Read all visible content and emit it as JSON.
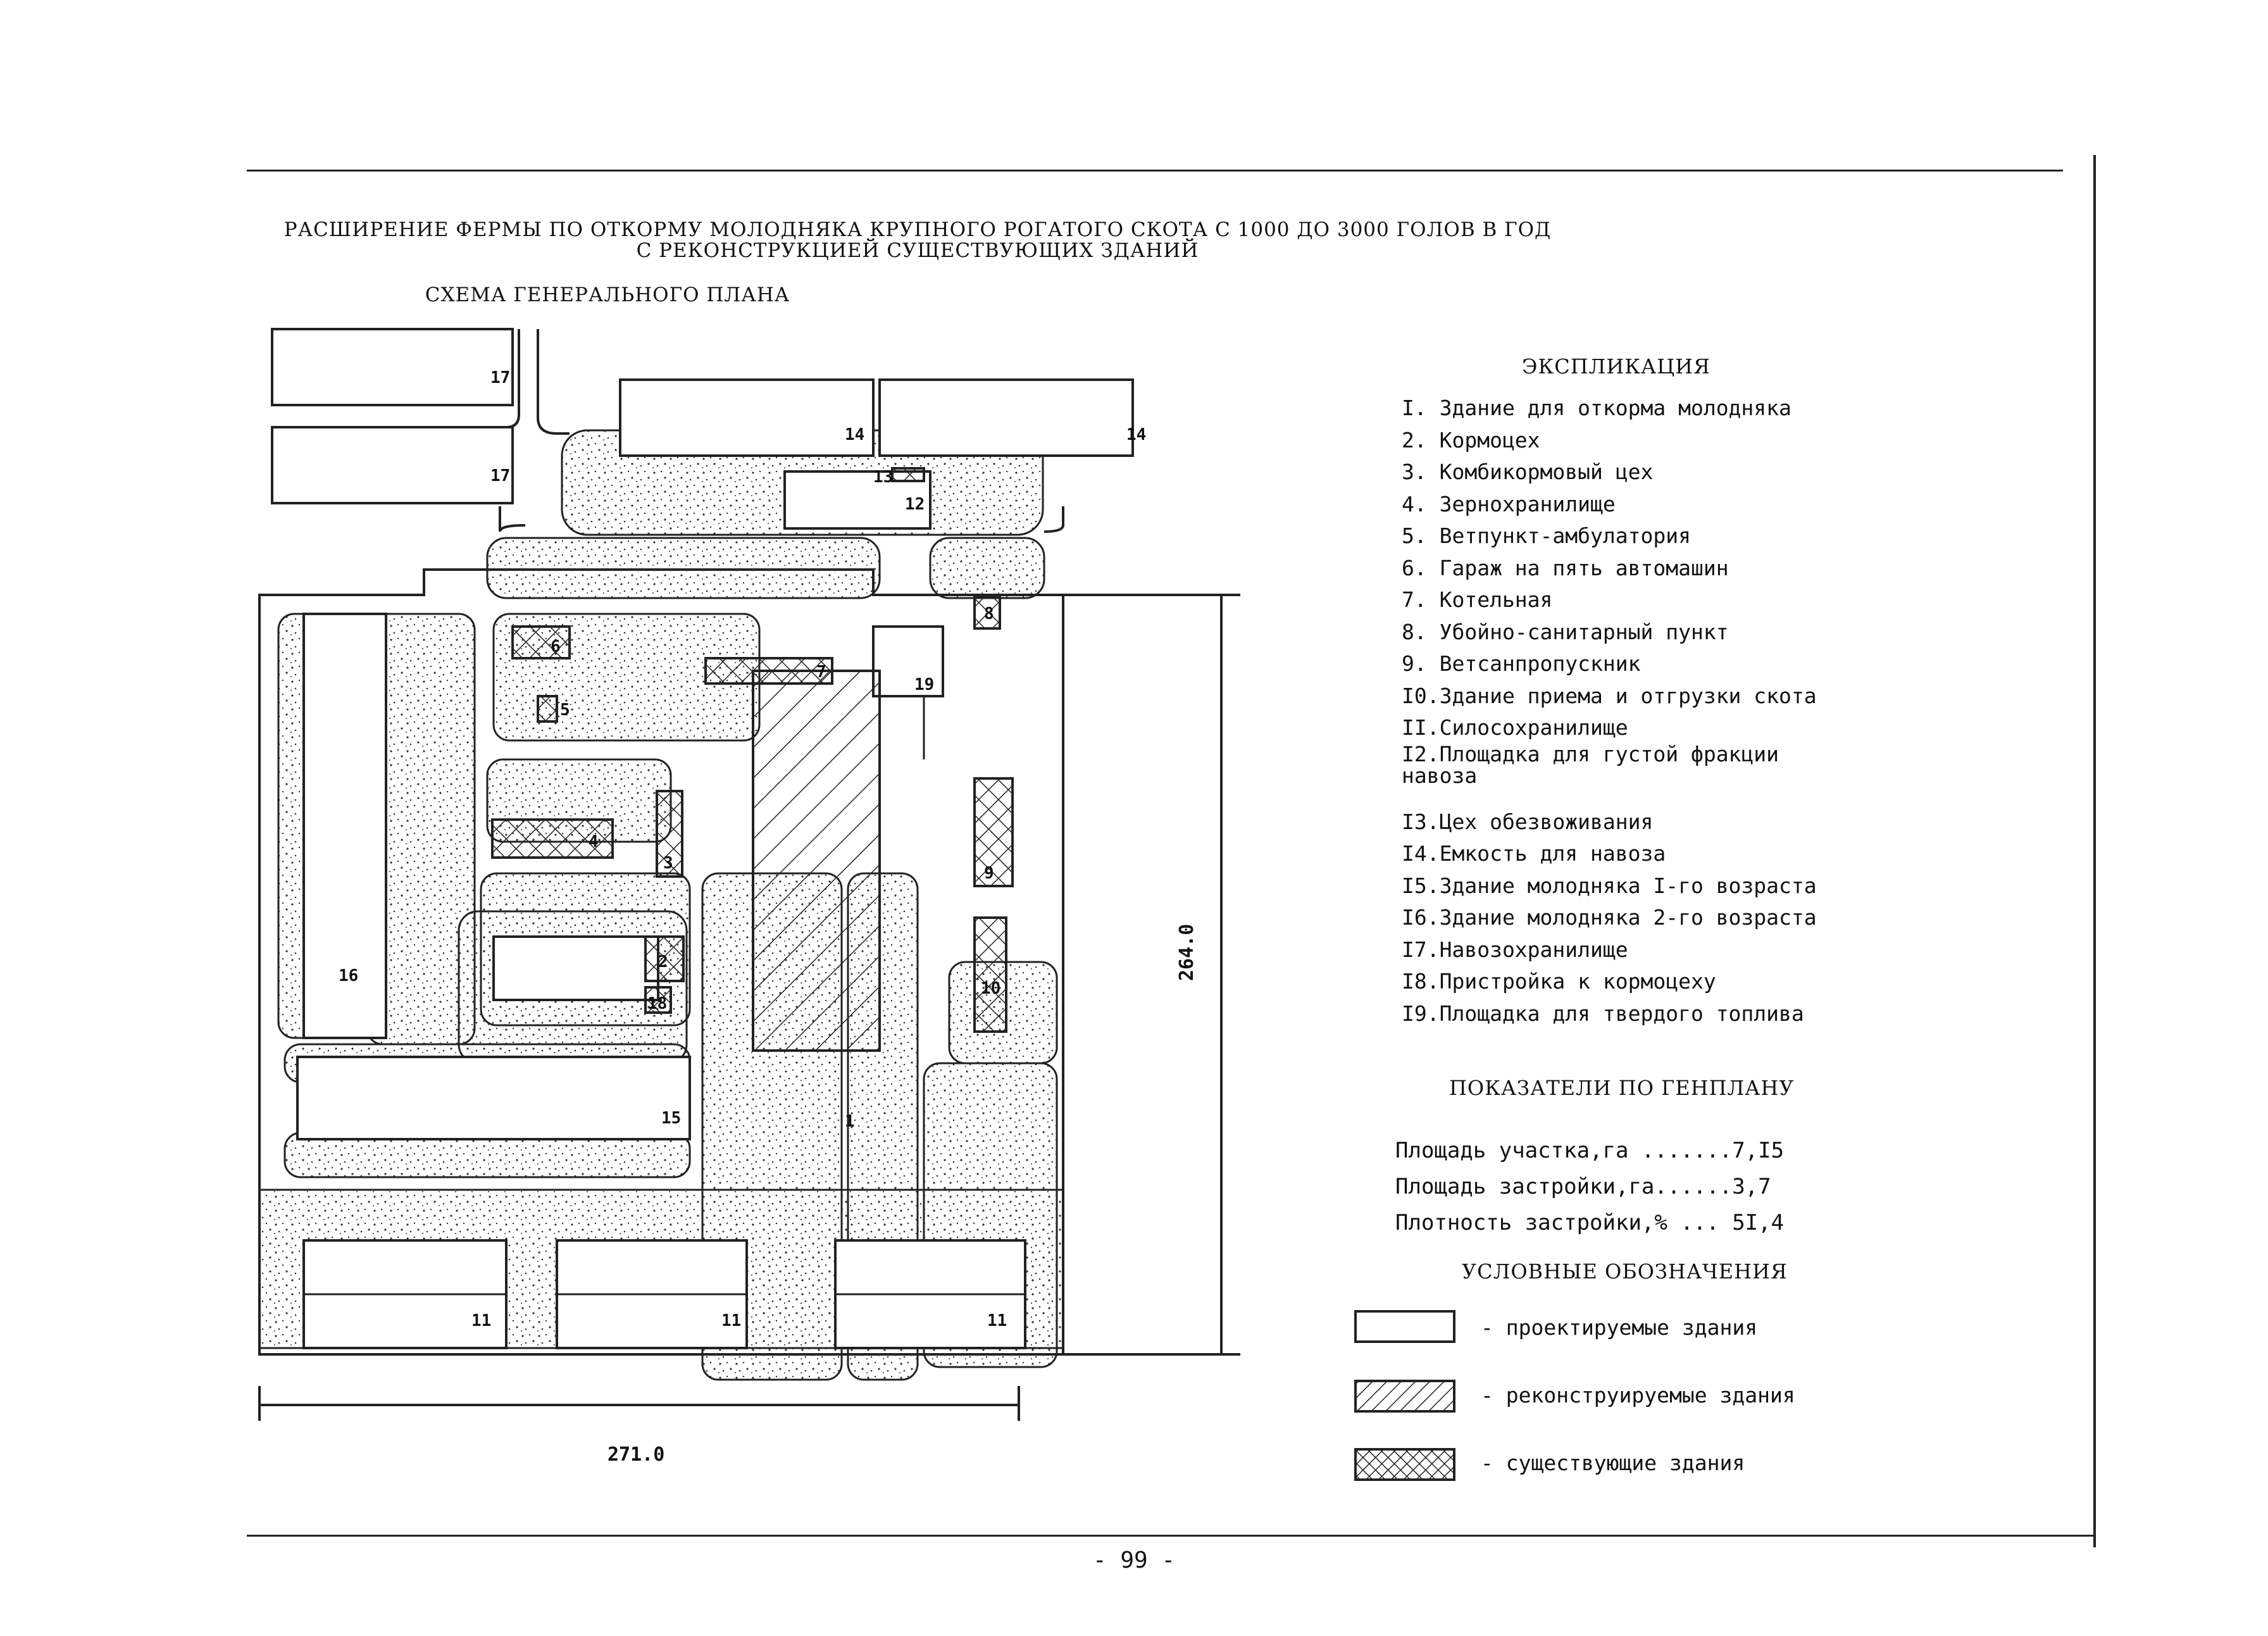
{
  "header": {
    "title_line1": "РАСШИРЕНИЕ ФЕРМЫ ПО ОТКОРМУ МОЛОДНЯКА КРУПНОГО РОГАТОГО СКОТА С 1000 ДО 3000 ГОЛОВ В ГОД",
    "title_line2": "С РЕКОНСТРУКЦИЕЙ СУЩЕСТВУЮЩИХ ЗДАНИЙ",
    "subtitle": "СХЕМА ГЕНЕРАЛЬНОГО ПЛАНА"
  },
  "plan": {
    "dimension_width": "271.0",
    "dimension_height": "264.0",
    "building_labels": {
      "b1": "1",
      "b2": "2",
      "b3": "3",
      "b4": "4",
      "b5": "5",
      "b6": "6",
      "b7": "7",
      "b8": "8",
      "b9": "9",
      "b10": "10",
      "b11": "11",
      "b12": "12",
      "b13": "13",
      "b14": "14",
      "b15": "15",
      "b16": "16",
      "b17": "17",
      "b18": "18",
      "b19": "19"
    }
  },
  "explication": {
    "title": "ЭКСПЛИКАЦИЯ",
    "items": [
      "I. Здание для откорма молодняка",
      "2. Кормоцех",
      "3. Комбикормовый цех",
      "4. Зернохранилище",
      "5. Ветпункт-амбулатория",
      "6. Гараж на пять автомашин",
      "7. Котельная",
      "8. Убойно-санитарный пункт",
      "9. Ветсанпропускник",
      "I0.Здание приема и отгрузки скота",
      "II.Силосохранилище",
      "I2.Площадка для густой фракции",
      "    навоза",
      "I3.Цех обезвоживания",
      "I4.Емкость для навоза",
      "I5.Здание молодняка I-го возраста",
      "I6.Здание молодняка 2-го возраста",
      "I7.Навозохранилище",
      "I8.Пристройка к кормоцеху",
      "I9.Площадка для твердого топлива"
    ]
  },
  "indicators": {
    "title": "ПОКАЗАТЕЛИ ПО ГЕНПЛАНУ",
    "rows": [
      "Площадь участка,га .......7,I5",
      "Площадь застройки,га......3,7",
      "Плотность застройки,% ... 5I,4"
    ]
  },
  "legend": {
    "title": "УСЛОВНЫЕ ОБОЗНАЧЕНИЯ",
    "designed": "- проектируемые здания",
    "reconstructed": "- реконструируемые здания",
    "existing": "- существующие здания"
  },
  "page_number": "- 99 -"
}
